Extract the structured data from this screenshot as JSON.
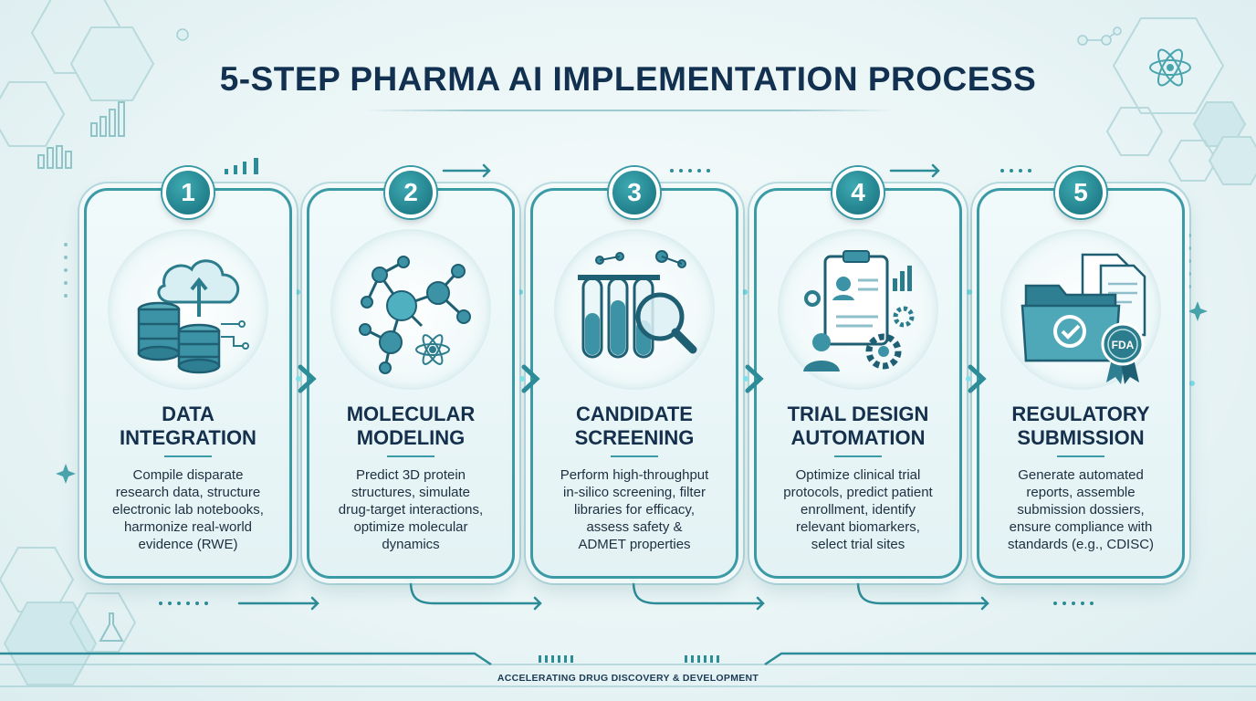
{
  "title": "5-STEP PHARMA AI IMPLEMENTATION PROCESS",
  "footer": "ACCELERATING DRUG DISCOVERY & DEVELOPMENT",
  "colors": {
    "accent": "#3a9aa6",
    "accent_dark": "#156d79",
    "title": "#12304f"
  },
  "steps": [
    {
      "number": "1",
      "icon": "database-cloud-icon",
      "title_lines": [
        "DATA",
        "INTEGRATION"
      ],
      "desc_lines": [
        "Compile disparate",
        "research data, structure",
        "electronic lab notebooks,",
        "harmonize real-world",
        "evidence (RWE)"
      ]
    },
    {
      "number": "2",
      "icon": "molecule-icon",
      "title_lines": [
        "MOLECULAR",
        "MODELING"
      ],
      "desc_lines": [
        "Predict 3D protein",
        "structures, simulate",
        "drug-target interactions,",
        "optimize molecular",
        "dynamics"
      ]
    },
    {
      "number": "3",
      "icon": "test-tube-magnifier-icon",
      "title_lines": [
        "CANDIDATE",
        "SCREENING"
      ],
      "desc_lines": [
        "Perform high-throughput",
        "in-silico screening, filter",
        "libraries for efficacy,",
        "assess safety &",
        "ADMET properties"
      ]
    },
    {
      "number": "4",
      "icon": "clipboard-gears-icon",
      "title_lines": [
        "TRIAL DESIGN",
        "AUTOMATION"
      ],
      "desc_lines": [
        "Optimize clinical trial",
        "protocols, predict patient",
        "enrollment, identify",
        "relevant biomarkers,",
        "select trial sites"
      ]
    },
    {
      "number": "5",
      "icon": "folder-certificate-icon",
      "title_lines": [
        "REGULATORY",
        "SUBMISSION"
      ],
      "desc_lines": [
        "Generate automated",
        "reports, assemble",
        "submission dossiers,",
        "ensure compliance with",
        "standards (e.g., CDISC)"
      ],
      "seal_text": "FDA"
    }
  ]
}
